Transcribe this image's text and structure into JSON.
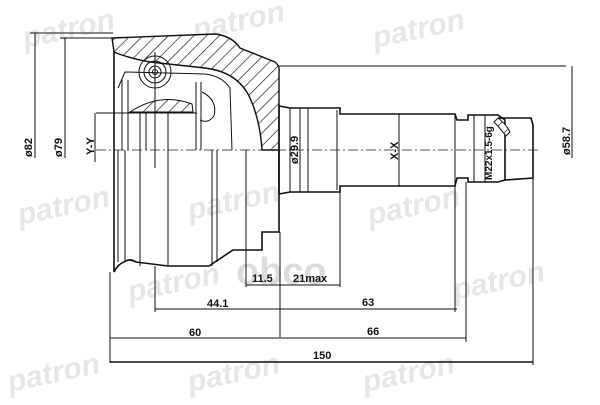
{
  "drawing": {
    "subject": "CV joint (outer) dimension drawing",
    "brand_watermark": "patron",
    "secondary_watermark": "obco",
    "colors": {
      "line": "#111111",
      "background": "#ffffff",
      "watermark": "#e6e6e6"
    }
  },
  "section_labels": {
    "y_axis": "Y-Y",
    "x_axis": "X-X"
  },
  "diameters": {
    "d82": "ø82",
    "d79": "ø79",
    "d29_9": "ø29.9",
    "thread": "M22x1.5-6g",
    "d58_7": "ø58.7"
  },
  "lengths": {
    "l11_5": "11.5",
    "l21max": "21max",
    "l44_1": "44.1",
    "l63": "63",
    "l60": "60",
    "l66": "66",
    "l150": "150"
  }
}
